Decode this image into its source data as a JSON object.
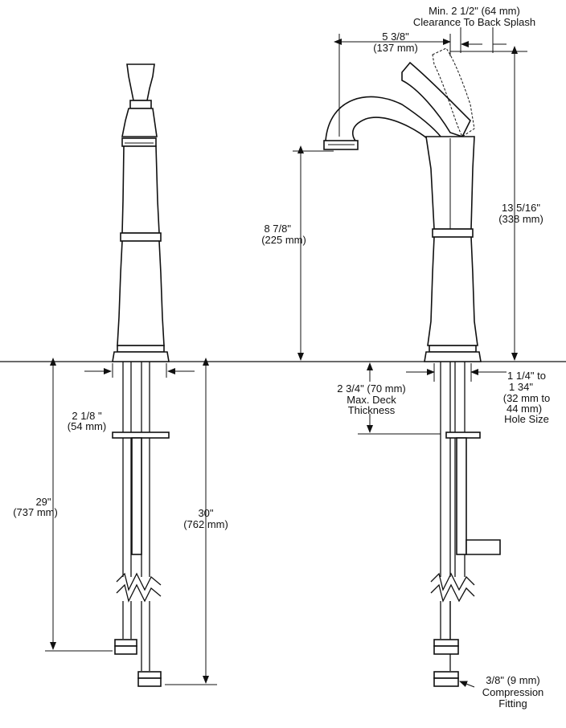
{
  "dimensions": {
    "clearance": {
      "line1": "Min. 2 1/2\" (64 mm)",
      "line2": "Clearance To Back Splash"
    },
    "spout_reach": {
      "line1": "5 3/8\"",
      "line2": "(137 mm)"
    },
    "overall_height": {
      "line1": "13 5/16\"",
      "line2": "(338 mm)"
    },
    "spout_height": {
      "line1": "8 7/8\"",
      "line2": "(225 mm)"
    },
    "deck_thickness": {
      "line1": "2 3/4\" (70 mm)",
      "line2": "Max. Deck",
      "line3": "Thickness"
    },
    "hole_size": {
      "line1": "1 1/4\" to",
      "line2": "1 34\"",
      "line3": "(32 mm to",
      "line4": "44 mm)",
      "line5": "Hole Size"
    },
    "shank_diameter": {
      "line1": "2 1/8 \"",
      "line2": "(54 mm)"
    },
    "supply_29": {
      "line1": "29\"",
      "line2": "(737 mm)"
    },
    "supply_30": {
      "line1": "30\"",
      "line2": "(762 mm)"
    },
    "compression": {
      "line1": "3/8\" (9 mm)",
      "line2": "Compression",
      "line3": "Fitting"
    }
  }
}
